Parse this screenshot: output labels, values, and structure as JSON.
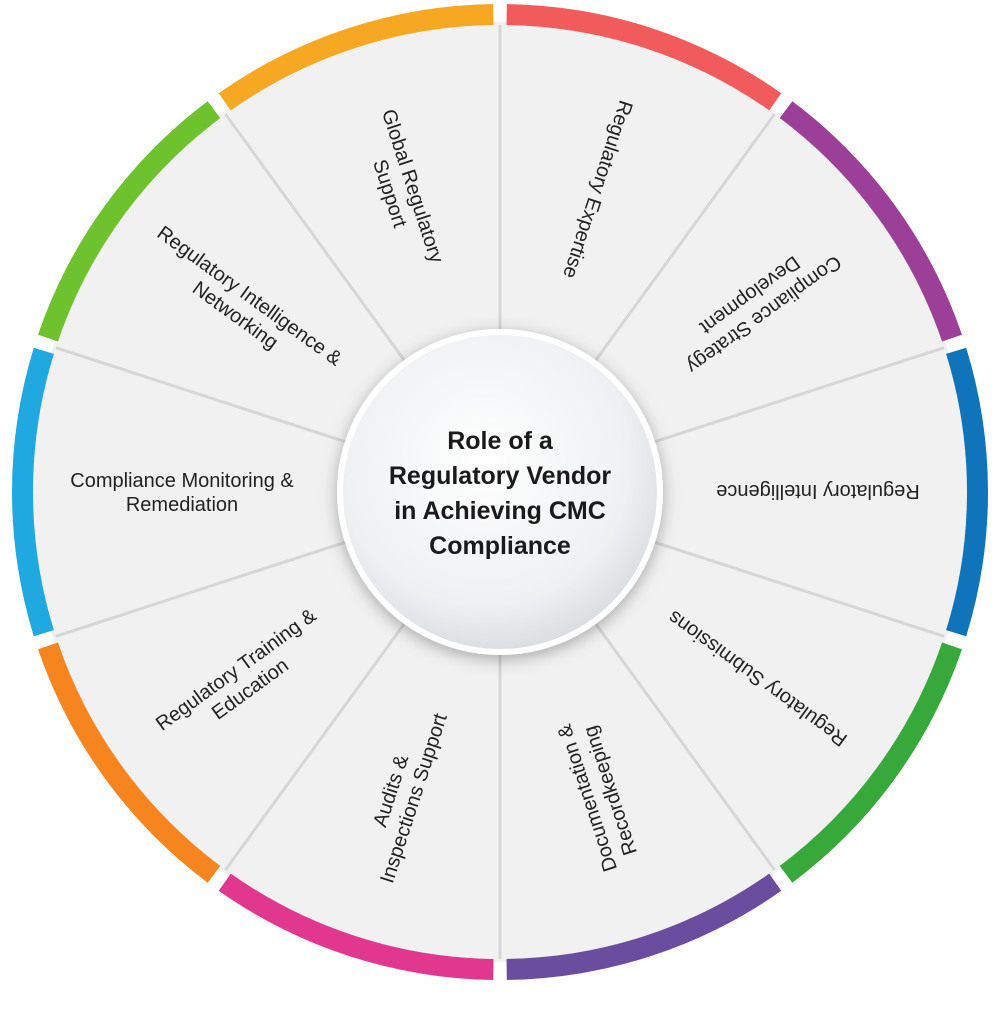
{
  "center": {
    "title_lines": [
      "Role of a",
      "Regulatory Vendor",
      "in Achieving CMC",
      "Compliance"
    ]
  },
  "segments": [
    {
      "lines": [
        "Regulatory Expertise"
      ],
      "color": "#f15b5b"
    },
    {
      "lines": [
        "Compliance Strategy",
        "Development"
      ],
      "color": "#9c3f98"
    },
    {
      "lines": [
        "Regulatory Intelligence"
      ],
      "color": "#0f74ba"
    },
    {
      "lines": [
        "Regulatory Submissions"
      ],
      "color": "#37a83a"
    },
    {
      "lines": [
        "Documentation &",
        "Recordkeeping"
      ],
      "color": "#6a4d9e"
    },
    {
      "lines": [
        "Audits &",
        "Inspections Support"
      ],
      "color": "#e2378f"
    },
    {
      "lines": [
        "Regulatory Training &",
        "Education"
      ],
      "color": "#f6851f"
    },
    {
      "lines": [
        "Compliance Monitoring &",
        "Remediation"
      ],
      "color": "#20a9e1"
    },
    {
      "lines": [
        "Regulatory Intelligence &",
        "Networking"
      ],
      "color": "#6dc22e"
    },
    {
      "lines": [
        "Global Regulatory",
        "Support"
      ],
      "color": "#f7a823"
    }
  ]
}
